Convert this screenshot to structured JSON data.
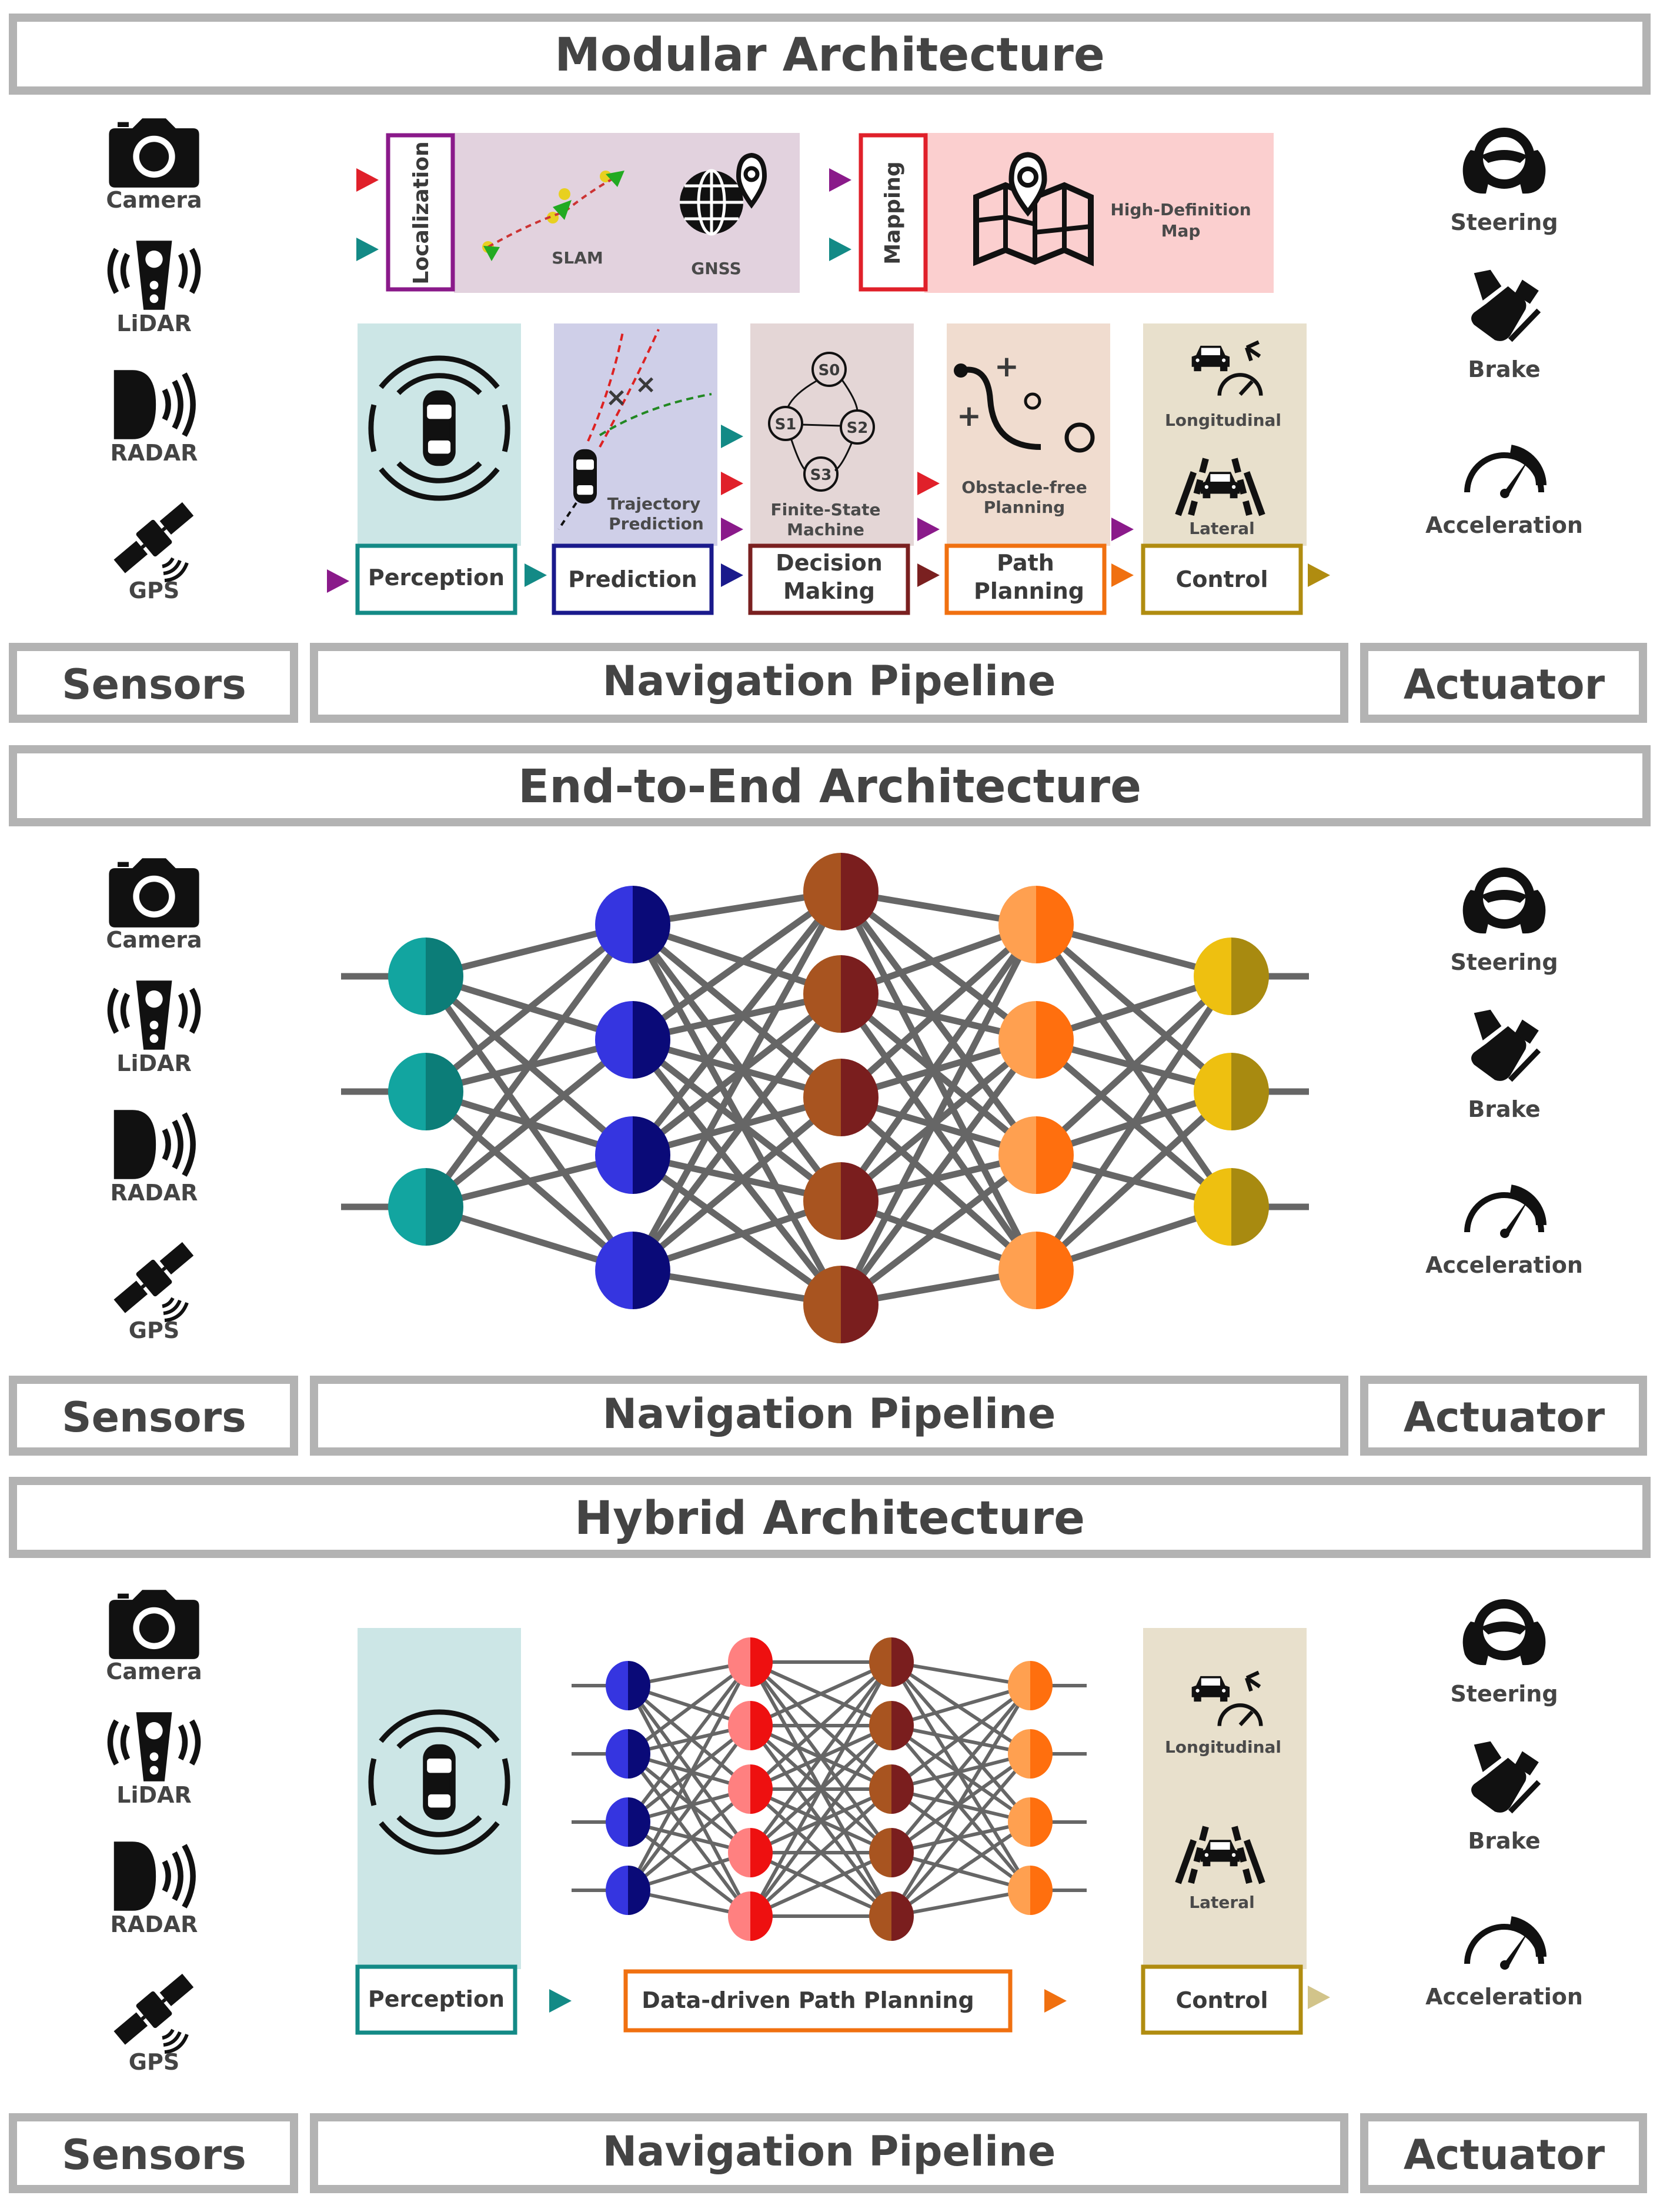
{
  "colors": {
    "frame": "#b3b3b3",
    "text": "#444444",
    "teal": "#138a86",
    "navy": "#1a1a8c",
    "maroon": "#7a2020",
    "orange": "#f07010",
    "gold": "#b08c10",
    "purple": "#8a1a8a",
    "red": "#e0202a"
  },
  "sensors": [
    "Camera",
    "LiDAR",
    "RADAR",
    "GPS"
  ],
  "actuators": [
    "Steering",
    "Brake",
    "Acceleration"
  ],
  "footer": {
    "sensors": "Sensors",
    "pipeline": "Navigation Pipeline",
    "actuator": "Actuator"
  },
  "modular": {
    "title": "Modular Architecture",
    "localization": {
      "label": "Localization",
      "slam": "SLAM",
      "gnss": "GNSS"
    },
    "mapping": {
      "label": "Mapping",
      "hd_map_1": "High-Definition",
      "hd_map_2": "Map"
    },
    "stages": {
      "perception": "Perception",
      "prediction": "Prediction",
      "decision_1": "Decision",
      "decision_2": "Making",
      "path_1": "Path",
      "path_2": "Planning",
      "control": "Control"
    },
    "captions": {
      "trajectory_1": "Trajectory",
      "trajectory_2": "Prediction",
      "fsm_1": "Finite-State",
      "fsm_2": "Machine",
      "obstacle_1": "Obstacle-free",
      "obstacle_2": "Planning",
      "longitudinal": "Longitudinal",
      "lateral": "Lateral"
    }
  },
  "end_to_end": {
    "title": "End-to-End Architecture"
  },
  "hybrid": {
    "title": "Hybrid Architecture",
    "perception": "Perception",
    "data_driven": "Data-driven Path Planning",
    "control": "Control",
    "longitudinal": "Longitudinal",
    "lateral": "Lateral"
  }
}
